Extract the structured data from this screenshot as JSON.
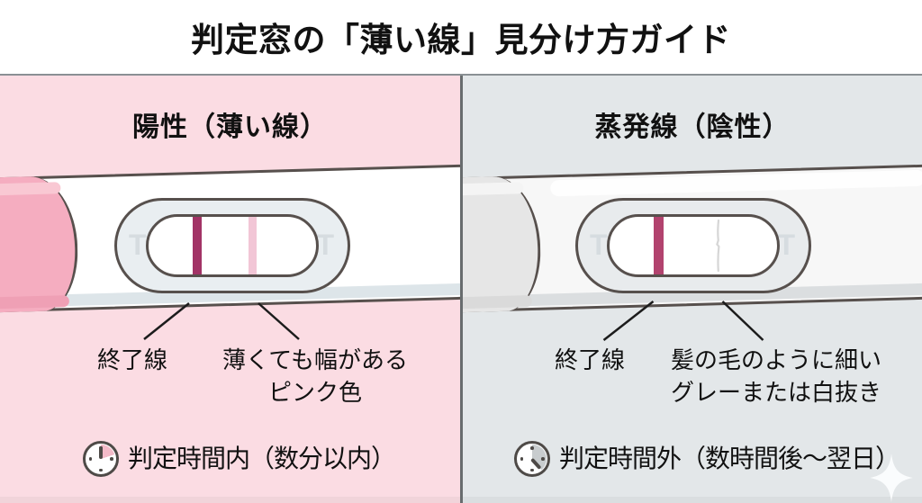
{
  "title": "判定窓の「薄い線」見分け方ガイド",
  "colors": {
    "positive_panel_bg": "#fbdce3",
    "evaporation_panel_bg": "#e3e7e9",
    "positive_cap_pink": "#f5adc0",
    "control_line": "#a23366",
    "faint_pink_line": "#f2c6d6",
    "evaporation_line": "#d8d8d8",
    "stick_outline": "#57504d"
  },
  "panels": {
    "positive": {
      "header": "陽性（薄い線）",
      "window_marker_left": "T",
      "window_marker_right": "T",
      "control_line_label": "終了線",
      "result_line_label_1": "薄くても幅がある",
      "result_line_label_2": "ピンク色",
      "timing_note": "判定時間内（数分以内）"
    },
    "evaporation": {
      "header": "蒸発線（陰性）",
      "window_marker_left": "T",
      "window_marker_right": "T",
      "control_line_label": "終了線",
      "result_line_label_1": "髪の毛のように細い",
      "result_line_label_2": "グレーまたは白抜き",
      "timing_note": "判定時間外（数時間後〜翌日）"
    }
  }
}
